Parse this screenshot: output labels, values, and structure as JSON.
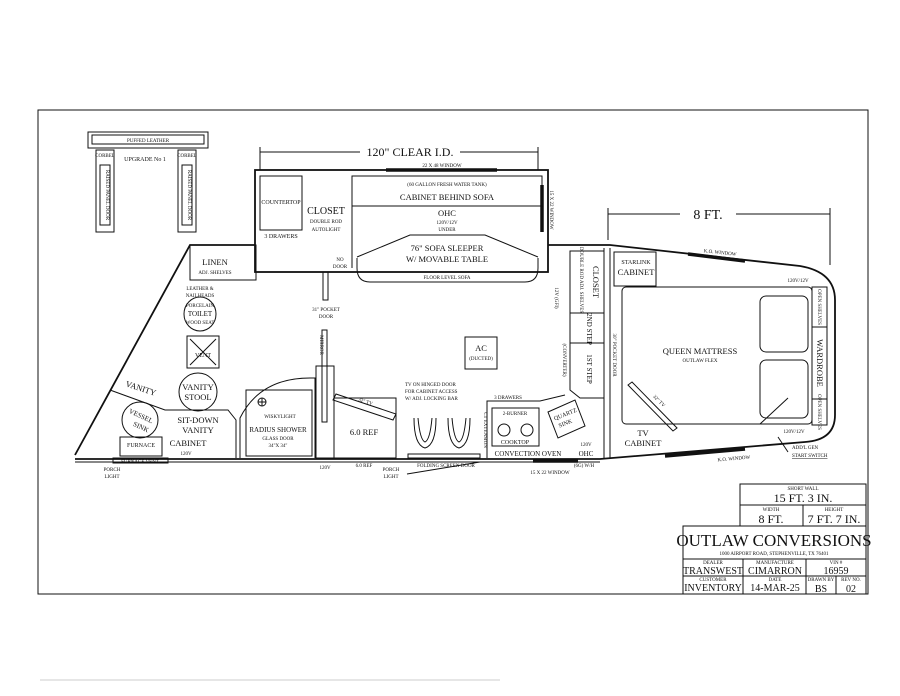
{
  "upgrade": {
    "bar_label": "PUFFED LEATHER",
    "title": "UPGRADE No 1",
    "left_cap": "CORBEL",
    "right_cap": "CORBEL",
    "left_panel": "RAISED PANEL DOOR",
    "right_panel": "RAISED PANEL DOOR"
  },
  "dims": {
    "clear_id": "120\" CLEAR I.D.",
    "width_8ft": "8 FT."
  },
  "windows": {
    "top": "22 X 48 WINDOW",
    "side": "15 X 22 WINDOW",
    "ko_top": "K.O. WINDOW",
    "ko_bottom": "K.O. WINDOW",
    "bottom": "15 X 22 WINDOW"
  },
  "slide": {
    "countertop": "COUNTERTOP",
    "drawers": "3 DRAWERS",
    "closet": "CLOSET",
    "closet_sub1": "DOUBLE ROD",
    "closet_sub2": "AUTOLIGHT",
    "tank": "(60 GALLON FRESH WATER TANK)",
    "cabinet_behind": "CABINET BEHIND SOFA",
    "ohc": "OHC",
    "ohc_power": "120V/12V",
    "ohc_under": "UNDER",
    "sofa": "76\" SOFA SLEEPER",
    "sofa_sub": "W/ MOVABLE TABLE",
    "floor_sofa": "FLOOR LEVEL SOFA",
    "no_door1": "NO",
    "no_door2": "DOOR"
  },
  "bath": {
    "linen": "LINEN",
    "linen_sub": "ADJ. SHELVES",
    "leather": "LEATHER &",
    "nailheads": "NAILHEADS",
    "porcelain": "PORCELAIN",
    "toilet": "TOILET",
    "wood_seat": "WOOD SEAT",
    "vent": "VENT",
    "vanity": "VANITY",
    "stool1": "VANITY",
    "stool2": "STOOL",
    "sitdown1": "SIT-DOWN",
    "sitdown2": "VANITY",
    "vessel1": "VESSEL",
    "vessel2": "SINK",
    "furnace": "FURNACE",
    "cabinet": "CABINET",
    "power": "120V",
    "furnace_vent": "FURNACE VENT",
    "porch_light1": "PORCH",
    "porch_light2": "LIGHT",
    "skylight": "WISKYLIGHT",
    "shower": "RADIUS SHOWER",
    "shower_door": "GLASS DOOR",
    "shower_size": "34\"X 34\""
  },
  "living": {
    "pocket_door1": "31\" POCKET",
    "pocket_door2": "DOOR",
    "mirror": "MIRROR",
    "ac": "AC",
    "ac_sub": "(DUCTED)",
    "ref": "6.0 REF",
    "ref_small": "6.0 REF",
    "power_bottom": "120V",
    "tv": "32\" TV",
    "tv_note1": "TV ON HINGED DOOR",
    "tv_note2": "FOR CABINET ACCESS",
    "tv_note3": "W/ ADJ. LOCKING BAR",
    "porch_light1": "PORCH",
    "porch_light2": "LIGHT",
    "screen_door": "FOLDING SCREEN DOOR",
    "ct_ext": "CT EXTENSION",
    "drawers": "3 DRAWERS",
    "burner": "2-BURNER",
    "cooktop": "COOKTOP",
    "convection": "CONVECTION OVEN",
    "sink1": "QUARTZ",
    "sink2": "SINK",
    "ohc": "OHC",
    "ohc_power": "120V",
    "wh": "(6G) W/H"
  },
  "entry": {
    "closet": "CLOSET",
    "closet_sub": "DOUBLE ROD ADJ. SHELVES",
    "gfi": "12V (GFI)",
    "step2": "2ND STEP",
    "step1": "1ST STEP",
    "converter": "(CONVERTER)",
    "pocket": "30\" POCKET DOOR"
  },
  "bedroom": {
    "starlink1": "STARLINK",
    "starlink2": "CABINET",
    "mattress": "QUEEN MATTRESS",
    "mattress_sub": "OUTLAW FLEX",
    "tv": "32\" TV",
    "tv_cab1": "TV",
    "tv_cab2": "CABINET",
    "open_shelves_top": "OPEN SHELVES",
    "wardrobe": "WARDROBE",
    "open_shelves_bottom": "OPEN SHELVES",
    "power_top": "120V/12V",
    "power_bottom": "120V/12V",
    "gen1": "ADD'L GEN",
    "gen2": "START SWITCH"
  },
  "title_block": {
    "short_wall_label": "SHORT WALL",
    "short_wall": "15 FT. 3 IN.",
    "width_label": "WIDTH",
    "width": "8 FT.",
    "height_label": "HEIGHT",
    "height": "7 FT. 7 IN.",
    "company": "OUTLAW CONVERSIONS",
    "address": "1000 AIRPORT ROAD, STEPHENVILLE, TX 76401",
    "dealer_label": "DEALER",
    "dealer": "TRANSWEST",
    "manufacture_label": "MANUFACTURE",
    "manufacture": "CIMARRON",
    "vin_label": "VIN #",
    "vin": "16959",
    "customer_label": "CUSTOMER",
    "customer": "INVENTORY",
    "date_label": "DATE",
    "date": "14-MAR-25",
    "drawn_label": "DRAWN BY",
    "drawn": "BS",
    "rev_label": "REV NO.",
    "rev": "02"
  }
}
